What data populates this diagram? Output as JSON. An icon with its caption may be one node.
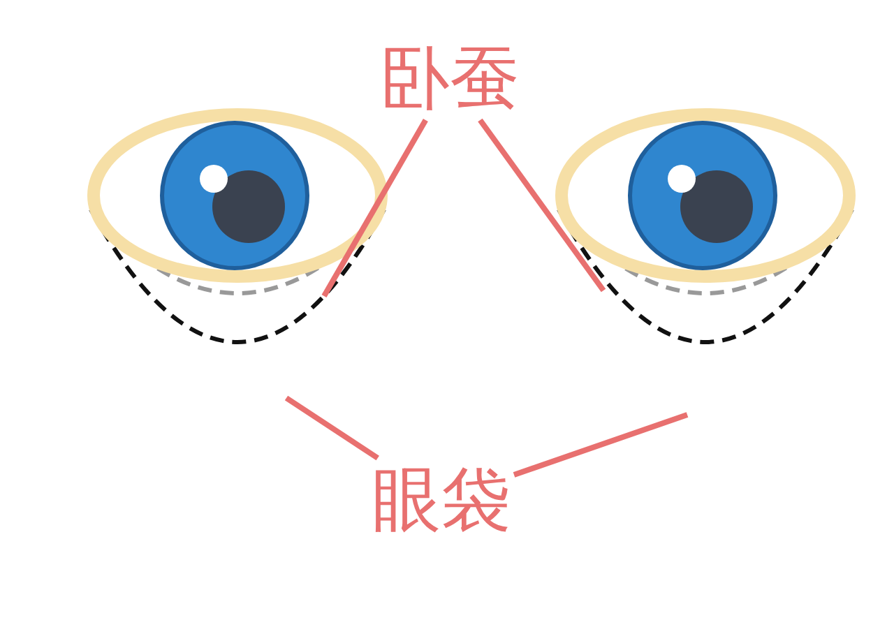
{
  "diagram": {
    "nodes": [
      {
        "text": [
          "卧蚕"
        ]
      },
      {
        "text": [
          "眼袋"
        ]
      }
    ],
    "edges": [
      {
        "from": 0,
        "to": null,
        "arrow": "none"
      },
      {
        "from": 0,
        "to": null,
        "arrow": "none"
      },
      {
        "from": 1,
        "to": null,
        "arrow": "none"
      },
      {
        "from": 1,
        "to": null,
        "arrow": "none"
      }
    ]
  }
}
